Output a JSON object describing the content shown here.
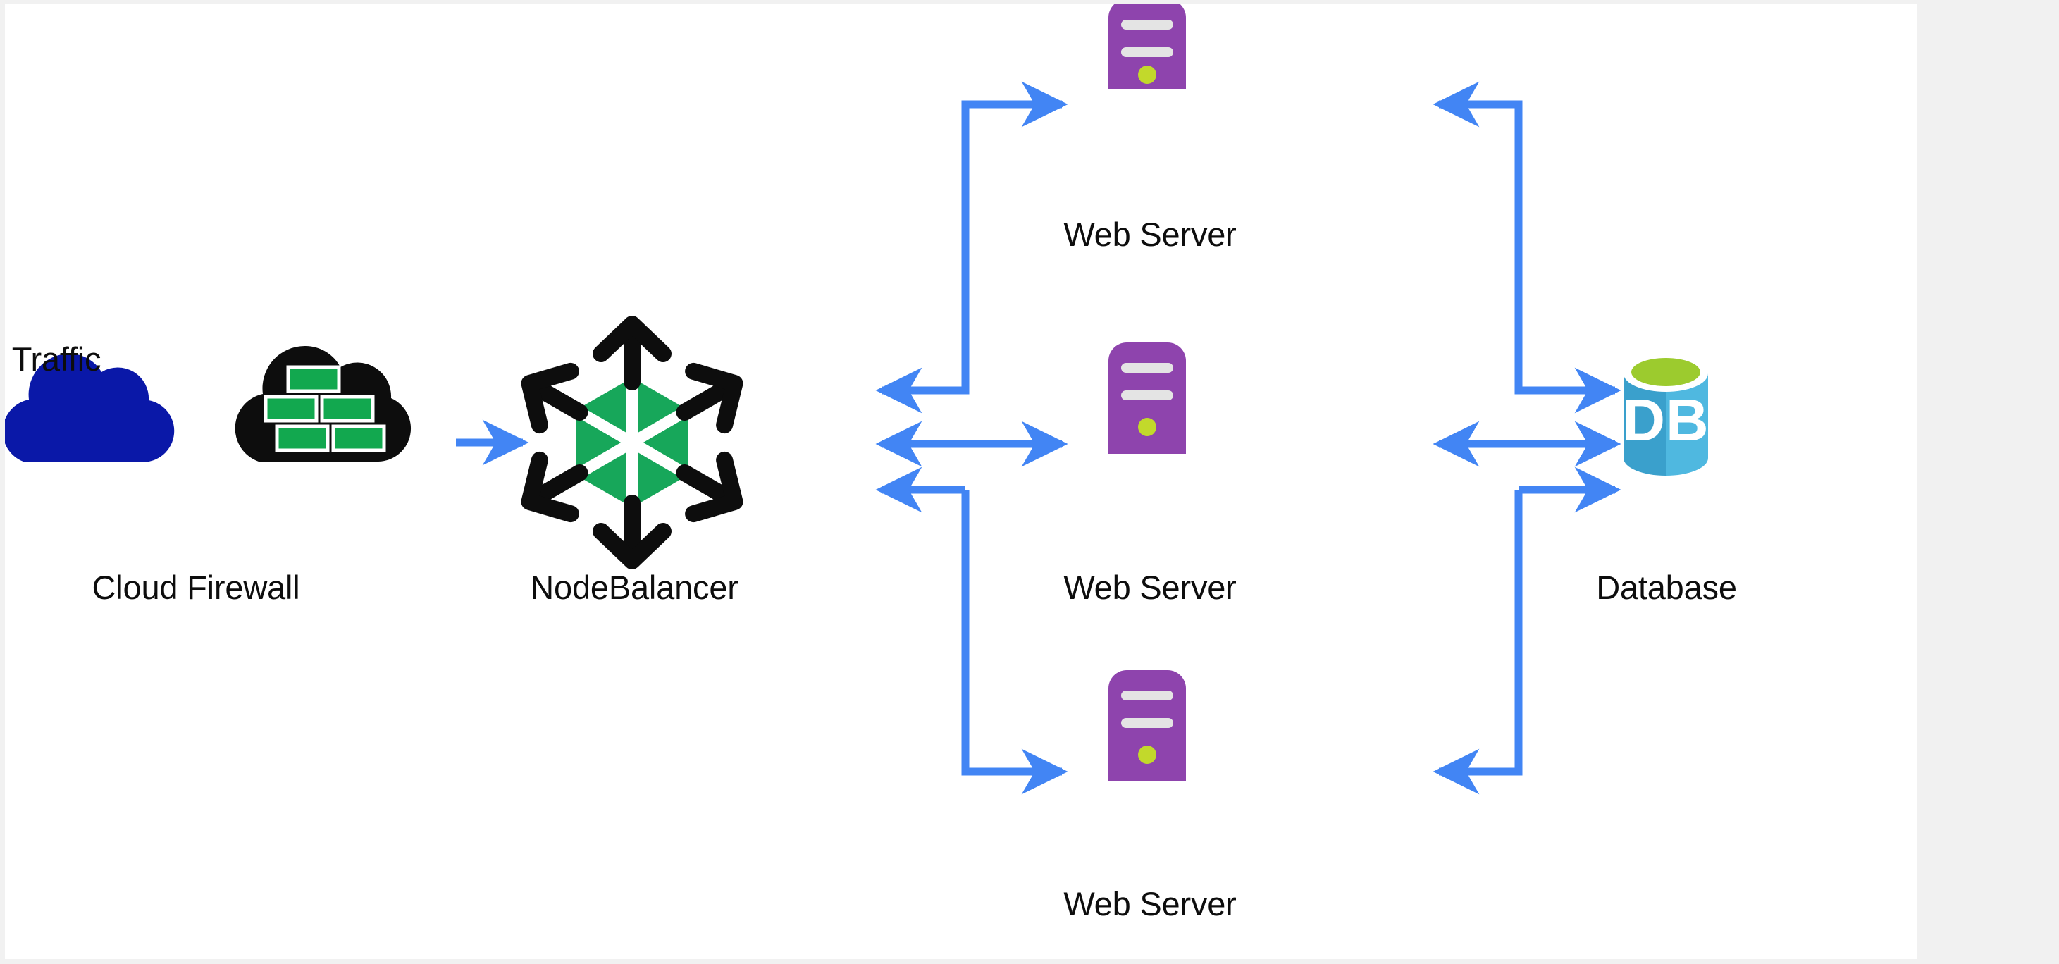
{
  "canvas": {
    "background": "#ffffff",
    "page_background": "#f1f1f1"
  },
  "colors": {
    "arrow_blue": "#4285f4",
    "traffic_cloud": "#0a18a8",
    "firewall_cloud": "#0d0d0d",
    "firewall_brick": "#12a84f",
    "nodebalancer_hex": "#17a75a",
    "nodebalancer_arrows": "#0d0d0d",
    "server_body": "#8e44ad",
    "server_bar": "#e4e4e4",
    "server_led": "#c2d92b",
    "db_body_left": "#3aa0cc",
    "db_body_right": "#4fb8e0",
    "db_top": "#9ccb2e",
    "db_text": "#ffffff",
    "label_text": "#0d0d0d"
  },
  "nodes": [
    {
      "id": "traffic",
      "label": "Traffic",
      "icon": "cloud-icon"
    },
    {
      "id": "firewall",
      "label": "Cloud Firewall",
      "icon": "cloud-firewall-icon"
    },
    {
      "id": "nodebalancer",
      "label": "NodeBalancer",
      "icon": "nodebalancer-hexagon-icon"
    },
    {
      "id": "webserver1",
      "label": "Web Server",
      "icon": "server-tower-icon"
    },
    {
      "id": "webserver2",
      "label": "Web Server",
      "icon": "server-tower-icon"
    },
    {
      "id": "webserver3",
      "label": "Web Server",
      "icon": "server-tower-icon"
    },
    {
      "id": "database",
      "label": "Database",
      "icon": "database-cylinder-icon",
      "badge": "DB"
    }
  ],
  "connections": [
    {
      "from": "traffic",
      "to": "firewall",
      "style": "dash",
      "direction": "none"
    },
    {
      "from": "firewall",
      "to": "nodebalancer",
      "style": "arrow",
      "direction": "forward"
    },
    {
      "from": "nodebalancer",
      "to": "webserver1",
      "style": "elbow",
      "direction": "forward"
    },
    {
      "from": "nodebalancer",
      "to": "webserver2",
      "style": "line",
      "direction": "both"
    },
    {
      "from": "nodebalancer",
      "to": "webserver3",
      "style": "elbow",
      "direction": "forward"
    },
    {
      "from": "webserver1",
      "to": "database",
      "style": "elbow",
      "direction": "forward"
    },
    {
      "from": "webserver2",
      "to": "database",
      "style": "line",
      "direction": "both"
    },
    {
      "from": "webserver3",
      "to": "database",
      "style": "elbow",
      "direction": "forward"
    }
  ]
}
